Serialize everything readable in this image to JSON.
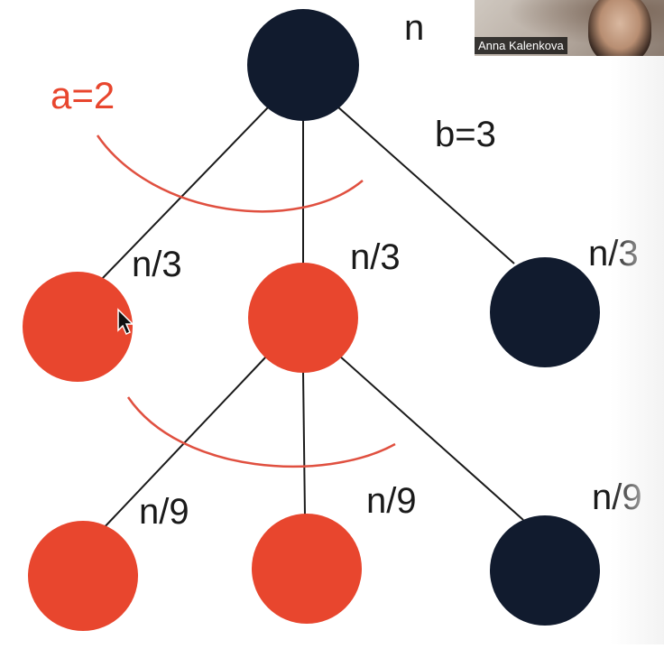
{
  "diagram": {
    "labels": {
      "root": "n",
      "a_param": "a=2",
      "b_param": "b=3",
      "level1": [
        "n/3",
        "n/3",
        "n/3"
      ],
      "level2": [
        "n/9",
        "n/9",
        "n/9"
      ]
    },
    "colors": {
      "red_node": "#e8462e",
      "dark_node": "#111b2e",
      "edge": "#1a1a1a",
      "arc": "#e05040"
    }
  },
  "webcam": {
    "name": "Anna Kalenkova"
  }
}
